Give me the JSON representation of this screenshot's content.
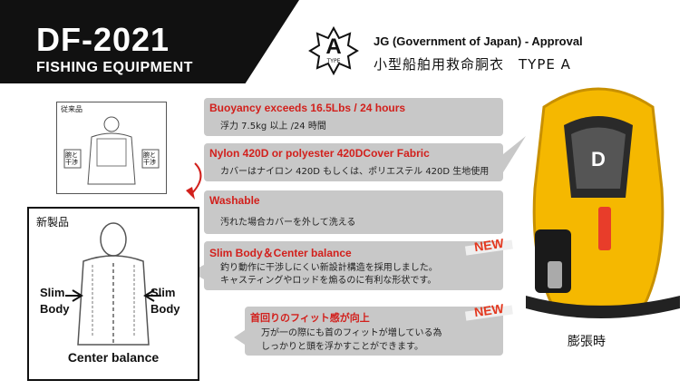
{
  "header": {
    "model": "DF-2021",
    "subtitle": "FISHING EQUIPMENT"
  },
  "badge": {
    "letter": "A",
    "small": "TYPE"
  },
  "approval": "JG (Government of Japan) - Approval",
  "product_type": "小型船舶用救命胴衣　TYPE A",
  "features": [
    {
      "title": "Buoyancy exceeds 16.5Lbs / 24 hours",
      "lines": [
        "浮力 7.5kg 以上 /24 時間"
      ]
    },
    {
      "title": "Nylon 420D or polyester 420DCover Fabric",
      "lines": [
        "カバーはナイロン 420D もしくは、ポリエステル 420D 生地使用"
      ]
    },
    {
      "title": "Washable",
      "lines": [
        "汚れた場合カバーを外して洗える"
      ]
    },
    {
      "title": "Slim Body＆Center balance",
      "lines": [
        "釣り動作に干渉しにくい新設計構造を採用しました。",
        "キャスティングやロッドを煽るのに有利な形状です。"
      ]
    },
    {
      "title": "首回りのフィット感が向上",
      "lines": [
        "万が一の際にも首のフィットが増している為",
        "しっかりと頭を浮かすことができます。"
      ]
    }
  ],
  "new_badges": [
    "NEW",
    "NEW"
  ],
  "old_product": {
    "label": "従来品",
    "tag_left": "腕と\n干渉",
    "tag_right": "腕と\n干渉"
  },
  "new_product": {
    "label": "新製品",
    "slim_left": "Slim\nBody",
    "slim_right": "Slim\nBody",
    "center": "Center balance"
  },
  "vest_brand": "D",
  "inflated_label": "膨張時",
  "colors": {
    "accent_red": "#d2201c",
    "banner": "#111111",
    "box_gray": "#c8c8c8",
    "vest_yellow": "#f5b800"
  }
}
